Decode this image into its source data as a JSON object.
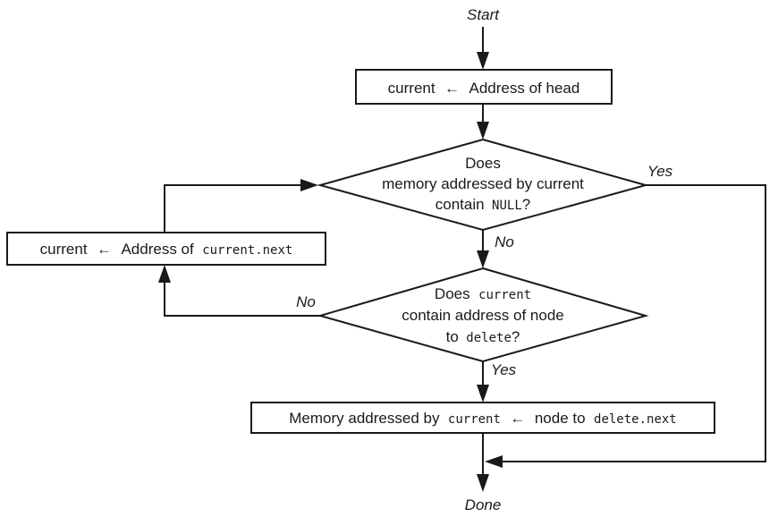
{
  "terminals": {
    "start": "Start",
    "done": "Done"
  },
  "init_box": {
    "var": "current",
    "arrow": "←",
    "rest": "Address of head"
  },
  "advance_box": {
    "var": "current",
    "arrow": "←",
    "rest": "Address of",
    "mono": "current.next"
  },
  "update_box": {
    "pre": "Memory addressed by",
    "var": "current",
    "arrow": "←",
    "t1": "node to",
    "mono": "delete.next"
  },
  "decision_null": {
    "line1": "Does",
    "line2": "memory addressed by current",
    "line3_pre": "contain",
    "line3_mono": "NULL",
    "line3_post": "?"
  },
  "decision_match": {
    "line1_pre": "Does",
    "line1_mono": "current",
    "line2": "contain address of node",
    "line3_pre": "to",
    "line3_mono": "delete",
    "line3_post": "?"
  },
  "edge_labels": {
    "null_yes": "Yes",
    "null_no": "No",
    "match_yes": "Yes",
    "match_no": "No"
  }
}
